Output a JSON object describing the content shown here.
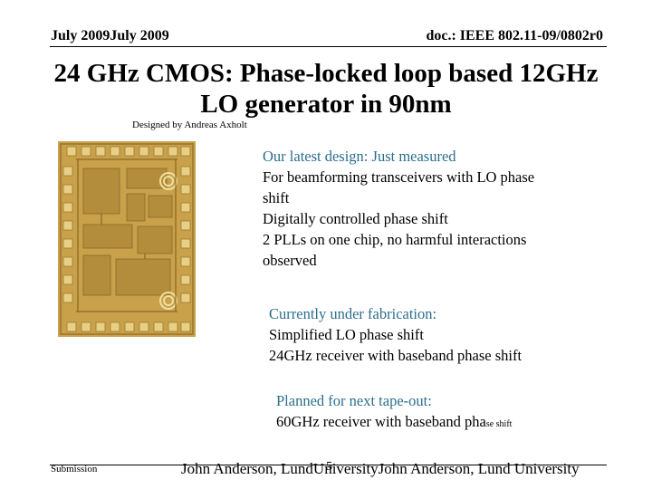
{
  "header": {
    "date": "July 2009July 2009",
    "doc": "doc.: IEEE 802.11-09/0802r0"
  },
  "title": {
    "line1": "24 GHz CMOS: Phase-locked loop based 12GHz",
    "line2": "LO generator in 90nm"
  },
  "credit": "Designed by Andreas Axholt",
  "blocks": {
    "latest": {
      "heading": "Our latest design: Just measured",
      "lines": [
        "For beamforming transceivers with LO phase",
        "shift",
        "Digitally controlled phase shift",
        "2 PLLs on one chip, no harmful interactions",
        "observed"
      ]
    },
    "fabrication": {
      "heading": "Currently under fabrication:",
      "lines": [
        "Simplified LO phase shift",
        "24GHz receiver with baseband phase shift"
      ]
    },
    "planned": {
      "heading": "Planned for next tape-out:",
      "line_main": "60GHz receiver with baseband pha",
      "line_small": "se shift"
    }
  },
  "footer": {
    "left": "Submission",
    "right": "John Anderson, LundUniversityJohn Anderson, Lund University",
    "page": "5"
  },
  "colors": {
    "heading_blue": "#2b6e8c",
    "chip_gold": "#c9a14a"
  }
}
